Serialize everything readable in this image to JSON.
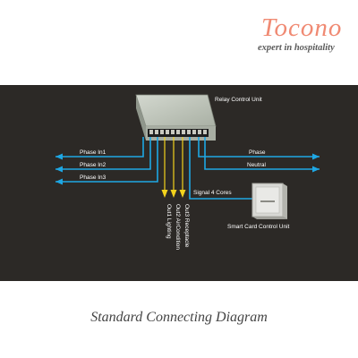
{
  "logo": {
    "wordmark": "Tocono",
    "tagline": "expert in hospitality",
    "color": "#f08a73"
  },
  "diagram": {
    "relay_unit_label": "Relay Control Unit",
    "smart_card_label": "Smart Card Control Unit",
    "signal_label": "Signal 4 Cores",
    "inputs": [
      "Phase In1",
      "Phase In2",
      "Phase In3"
    ],
    "right_lines": [
      "Phase",
      "Neutral"
    ],
    "outputs": [
      "Out1 Lighting",
      "Out2 AirCondition",
      "Out3 Receptacle"
    ],
    "colors": {
      "background": "#2c2926",
      "wire": "#1ea7e4",
      "arrow": "#f2d21c",
      "text": "#ffffff"
    }
  },
  "caption": "Standard Connecting Diagram"
}
